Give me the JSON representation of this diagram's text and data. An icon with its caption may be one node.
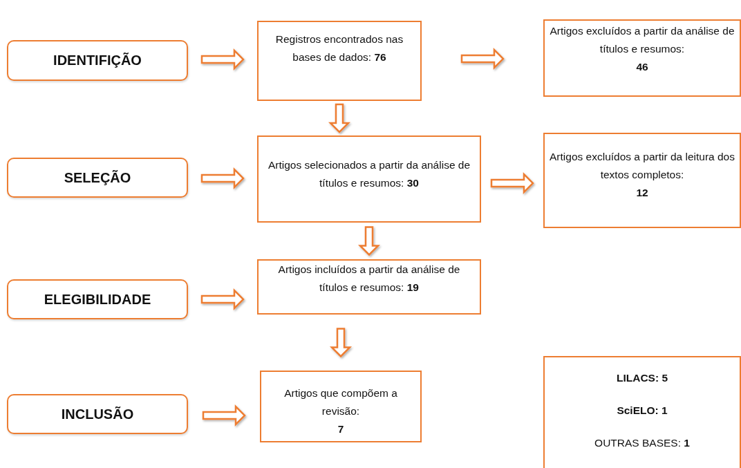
{
  "diagram": {
    "nodes": [
      {
        "text": [
          "IDENTIFIÇÃO"
        ]
      },
      {
        "text": [
          "Registros encontrados nas bases de dados: **76**"
        ]
      },
      {
        "text": [
          "Artigos excluídos a partir da análise de títulos e resumos:",
          "**46**"
        ]
      },
      {
        "text": [
          "SELEÇÃO"
        ]
      },
      {
        "text": [
          "Artigos selecionados a partir da análise de títulos e resumos: **30**"
        ]
      },
      {
        "text": [
          "Artigos excluídos a partir da leitura dos textos completos:",
          "**12**"
        ]
      },
      {
        "text": [
          "ELEGIBILIDADE"
        ]
      },
      {
        "text": [
          "Artigos incluídos a partir da análise de títulos e resumos: **19**"
        ]
      },
      {
        "text": [
          "INCLUSÃO"
        ]
      },
      {
        "text": [
          "Artigos que compõem a revisão:",
          "**7**"
        ]
      },
      {
        "text": [
          "**LILACS: 5**",
          "**SciELO: 1**",
          "OUTRAS BASES: **1**"
        ]
      }
    ],
    "edges": [
      {
        "from": 0,
        "to": 1,
        "arrow": "to"
      },
      {
        "from": 1,
        "to": 2,
        "arrow": "to"
      },
      {
        "from": 1,
        "to": 4,
        "arrow": "to"
      },
      {
        "from": 3,
        "to": 4,
        "arrow": "to"
      },
      {
        "from": 4,
        "to": 5,
        "arrow": "to"
      },
      {
        "from": 4,
        "to": 7,
        "arrow": "to"
      },
      {
        "from": 6,
        "to": 7,
        "arrow": "to"
      },
      {
        "from": 7,
        "to": 9,
        "arrow": "to"
      },
      {
        "from": 8,
        "to": 9,
        "arrow": "to"
      }
    ]
  }
}
